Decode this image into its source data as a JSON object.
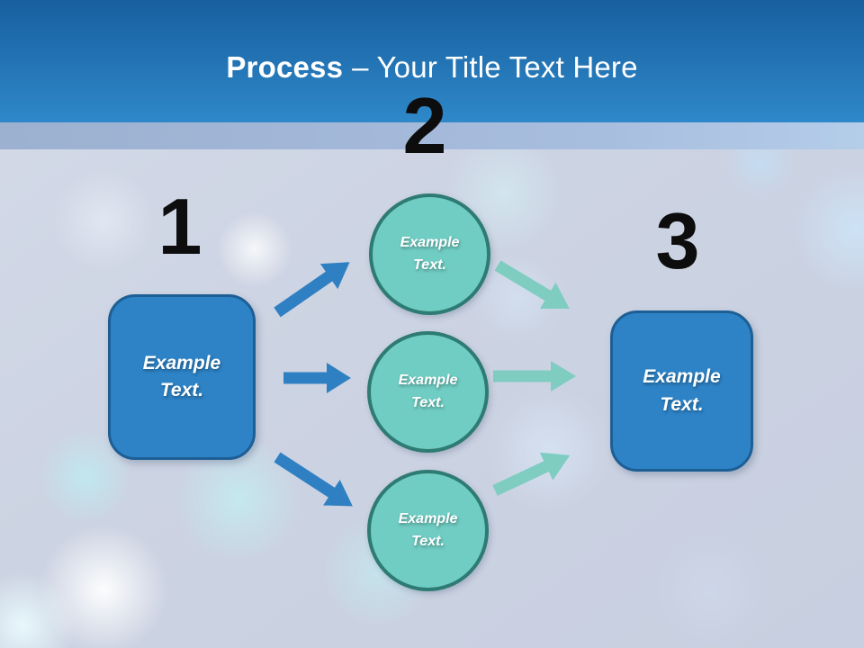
{
  "title": {
    "bold": "Process",
    "rest": "– Your Title Text Here"
  },
  "step_numbers": [
    "1",
    "2",
    "3"
  ],
  "nodes": {
    "left_box": "Example Text.",
    "circle_top": "Example Text.",
    "circle_middle": "Example Text.",
    "circle_bottom": "Example Text.",
    "right_box": "Example Text."
  },
  "colors": {
    "header_top": "#185f9f",
    "header_bottom": "#2e88c9",
    "strip": "#9fb3d3",
    "bg_base": "#cdd4e3",
    "box_fill": "#2d83c6",
    "box_border": "#1d5f95",
    "circle_fill": "#70cdc3",
    "circle_border": "#2e7b73",
    "arrow_blue": "#2f80c3",
    "arrow_teal": "#7fccc0",
    "number": "#0d0d0d",
    "title": "#ffffff"
  }
}
